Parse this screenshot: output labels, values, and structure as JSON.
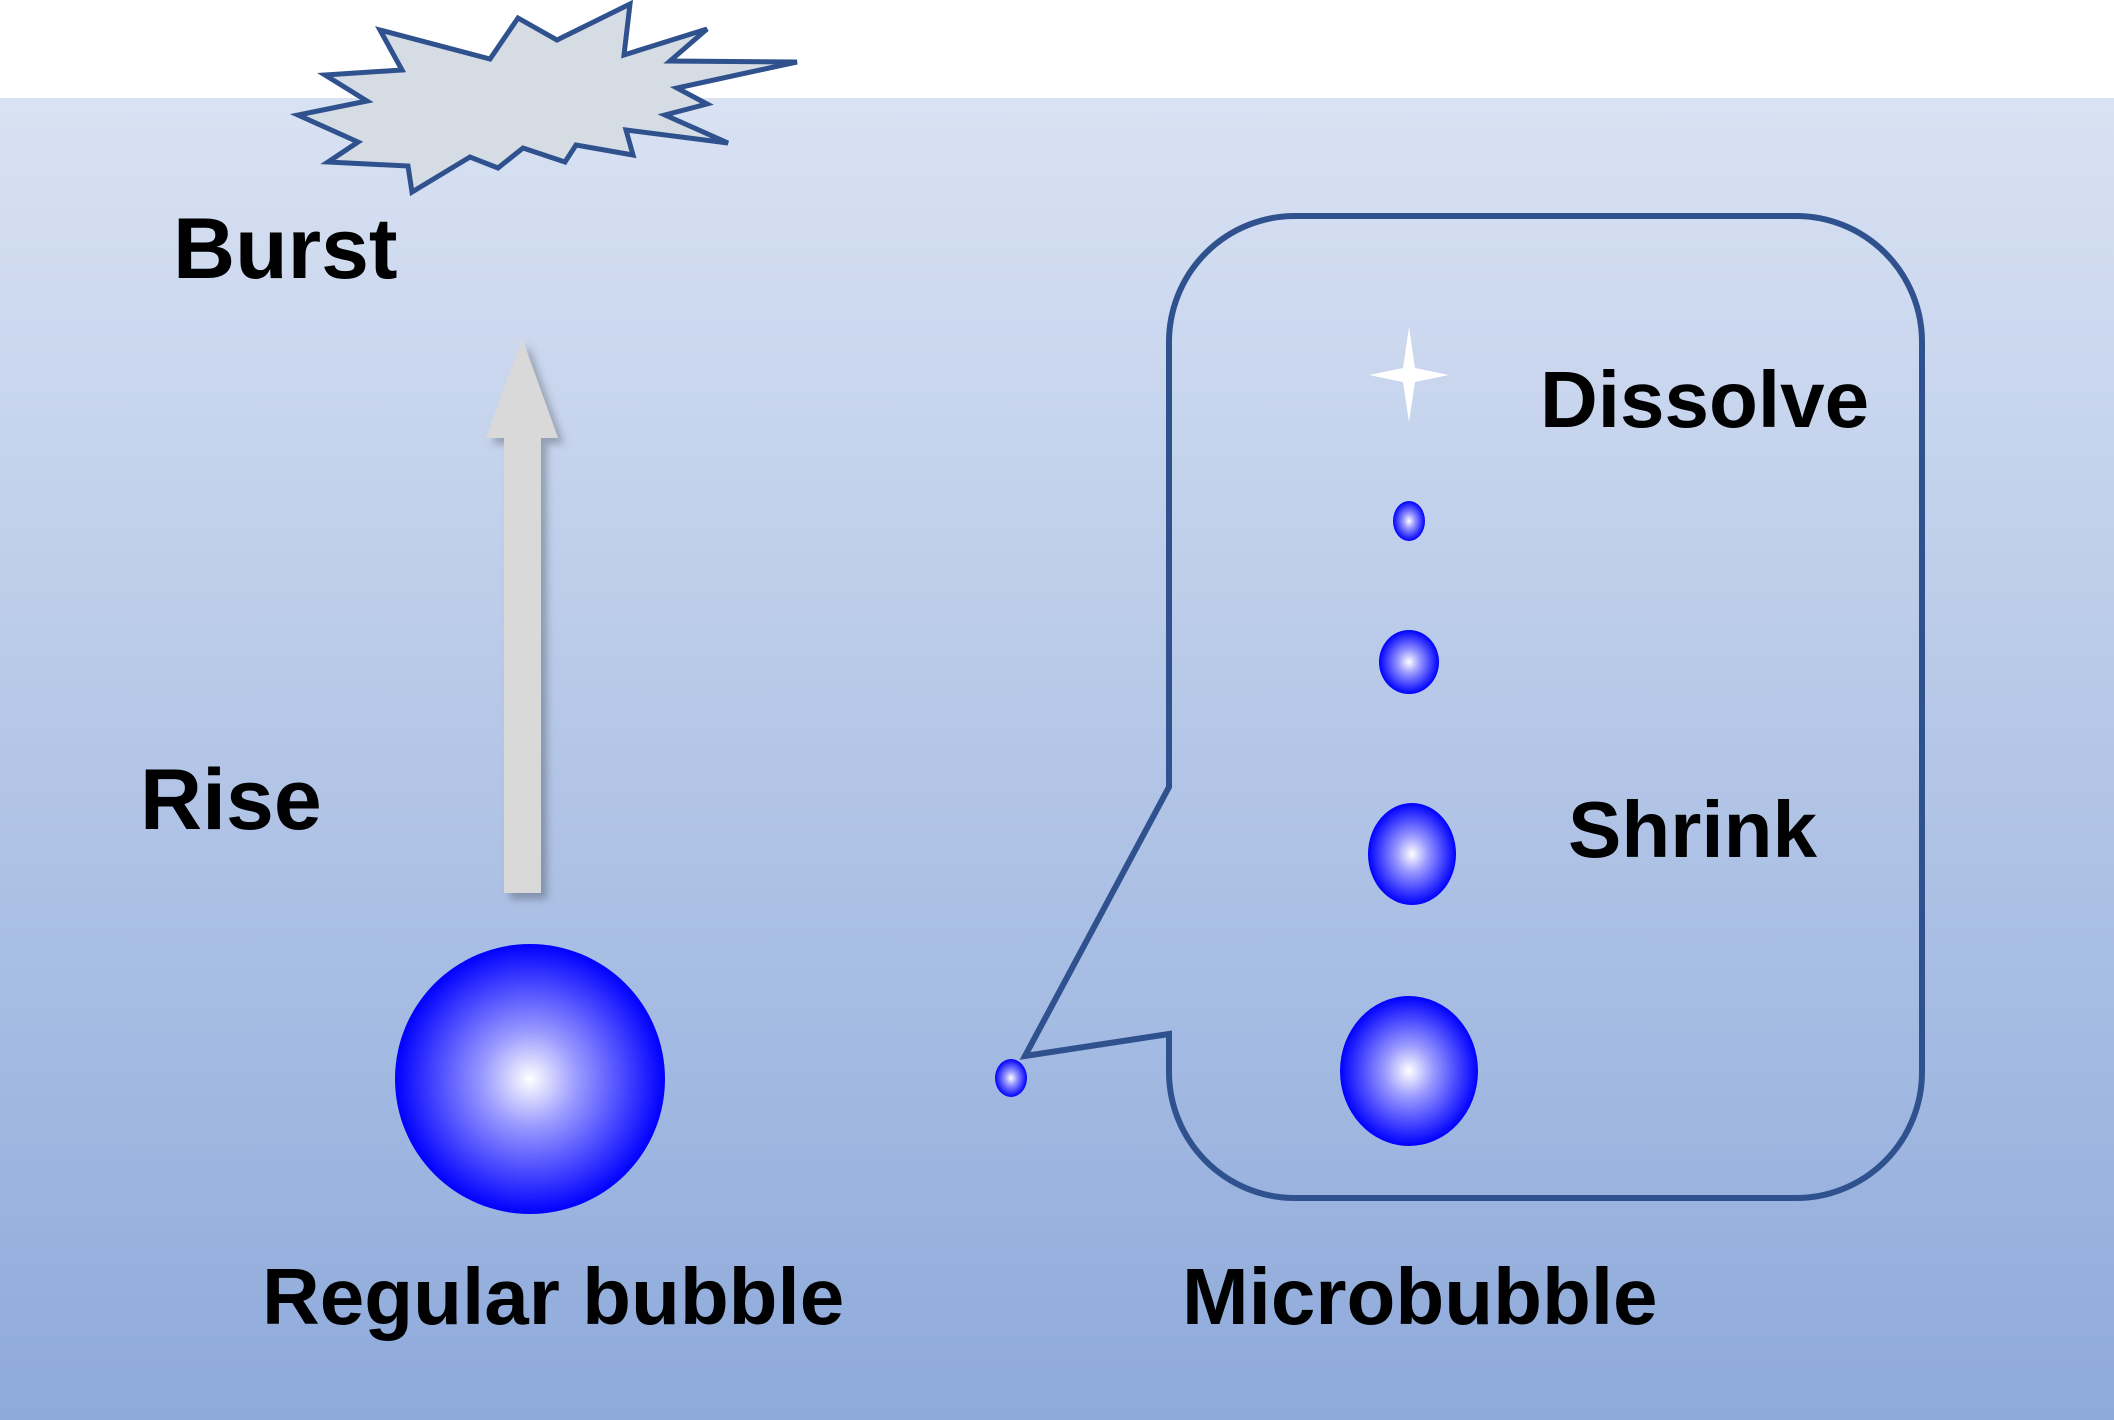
{
  "labels": {
    "burst": "Burst",
    "rise": "Rise",
    "regular_bubble": "Regular bubble",
    "microbubble": "Microbubble",
    "dissolve": "Dissolve",
    "shrink": "Shrink"
  },
  "colors": {
    "water_top": "#d9e2f3",
    "water_bottom": "#8eaadb",
    "outline": "#2f528f",
    "burst_fill": "#d6dce4",
    "bubble_center": "#ffffff",
    "bubble_edge": "#0000ff",
    "arrow": "#d9d9d9"
  }
}
